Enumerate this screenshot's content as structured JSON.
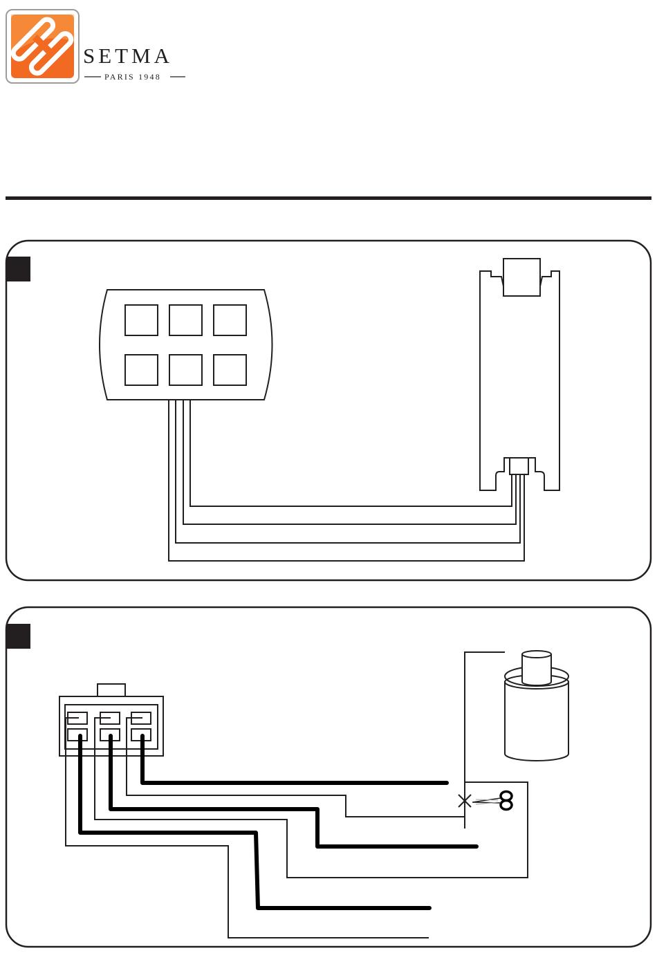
{
  "brand": {
    "name": "SETMA",
    "tagline": "PARIS 1948",
    "logo_colors": {
      "primary": "#f26a21",
      "light": "#f7a24a",
      "frame": "#9c9c9c"
    }
  },
  "colors": {
    "ink": "#231f20",
    "rule": "#231f20",
    "panel_border": "#231f20",
    "step_badge": "#231f20"
  },
  "diagram_1": {
    "step_badge_icon": "square-badge",
    "parts": [
      "keypad-housing",
      "six-button-grid",
      "four-wire-harness",
      "receiver-rail",
      "rail-connector"
    ]
  },
  "diagram_2": {
    "step_badge_icon": "square-badge",
    "parts": [
      "six-pin-connector",
      "thin-wires",
      "thick-wires",
      "cylinder-component",
      "scissors-icon",
      "cut-mark-x"
    ]
  }
}
